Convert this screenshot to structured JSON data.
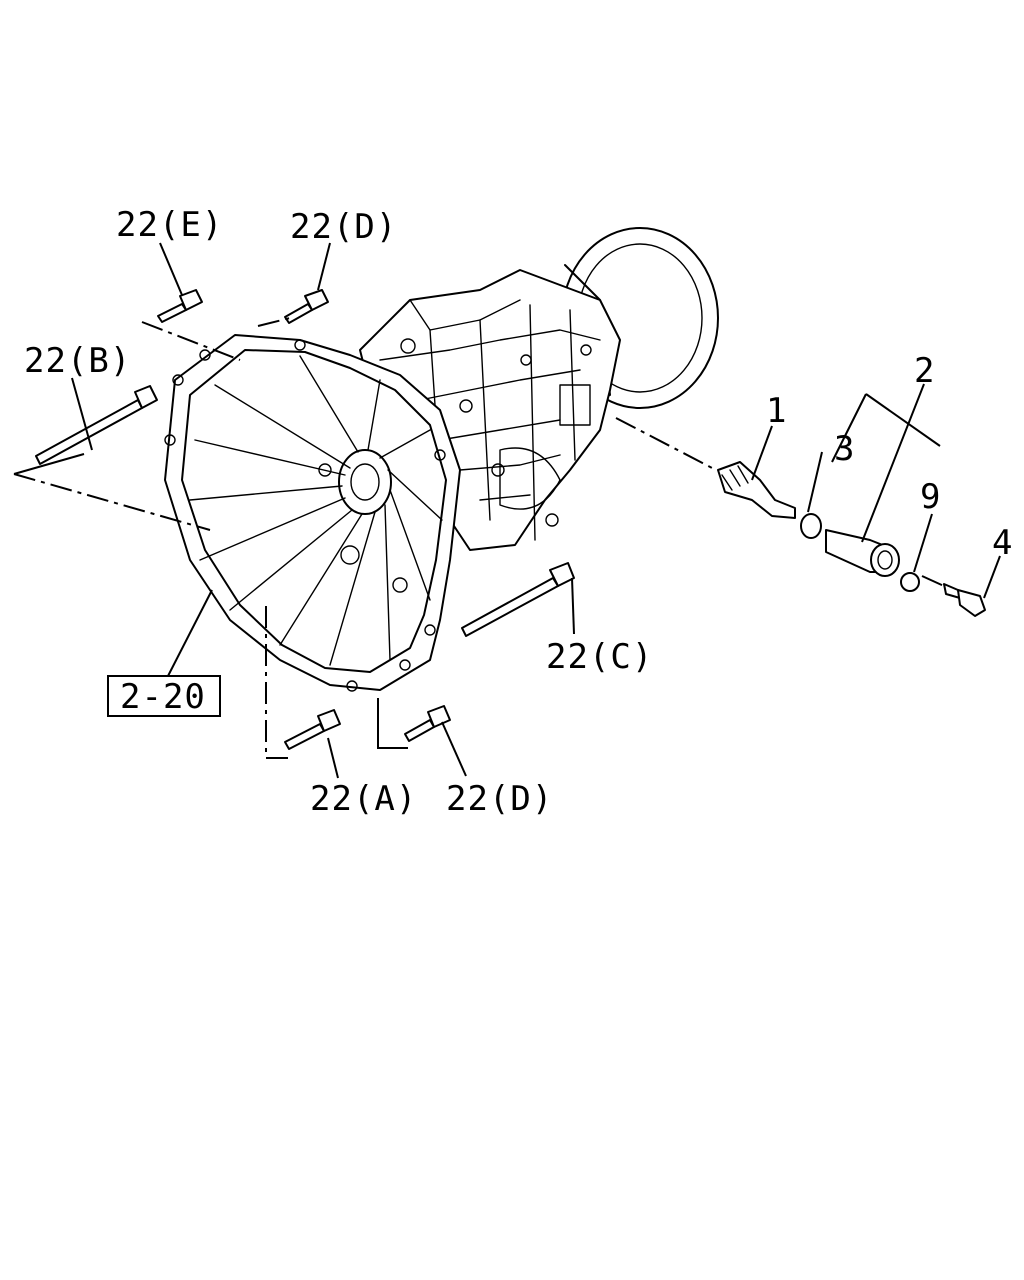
{
  "callouts": {
    "c22E": "22(E)",
    "c22D_top": "22(D)",
    "c22B": "22(B)",
    "c2": "2",
    "c1": "1",
    "c3": "3",
    "c9": "9",
    "c4": "4",
    "c22C": "22(C)",
    "c2_20": "2-20",
    "c22A": "22(A)",
    "c22D_bottom": "22(D)"
  }
}
